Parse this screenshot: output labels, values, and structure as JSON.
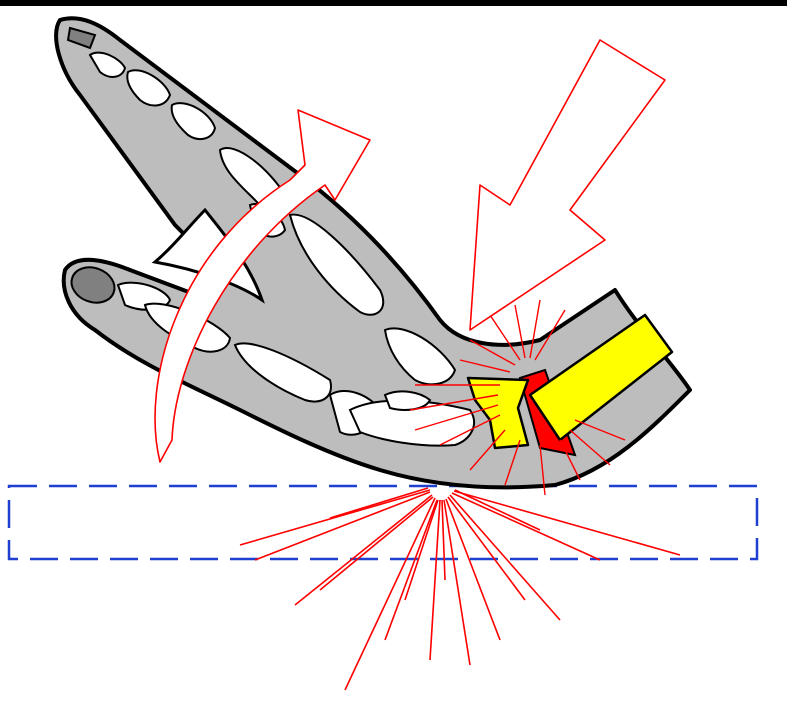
{
  "diagram": {
    "colors": {
      "background": "#ffffff",
      "frame": "#000000",
      "hand_fill": "#bdbdbd",
      "hand_outline": "#000000",
      "bone_fill": "#ffffff",
      "nail_fill": "#808080",
      "fracture_fill": "#ffff00",
      "fracture_core": "#ff0000",
      "arrow_outline": "#ff0000",
      "impact_rays": "#ff0000",
      "ground_dash": "#1f3fd0"
    },
    "elements": {
      "hand": "hand-silhouette",
      "wrist_fracture": "distal-radius-fracture",
      "curved_arrow": "rotation-arrow",
      "force_arrow": "force-arrow",
      "impact": "impact-burst",
      "surface": "ground-surface"
    }
  }
}
